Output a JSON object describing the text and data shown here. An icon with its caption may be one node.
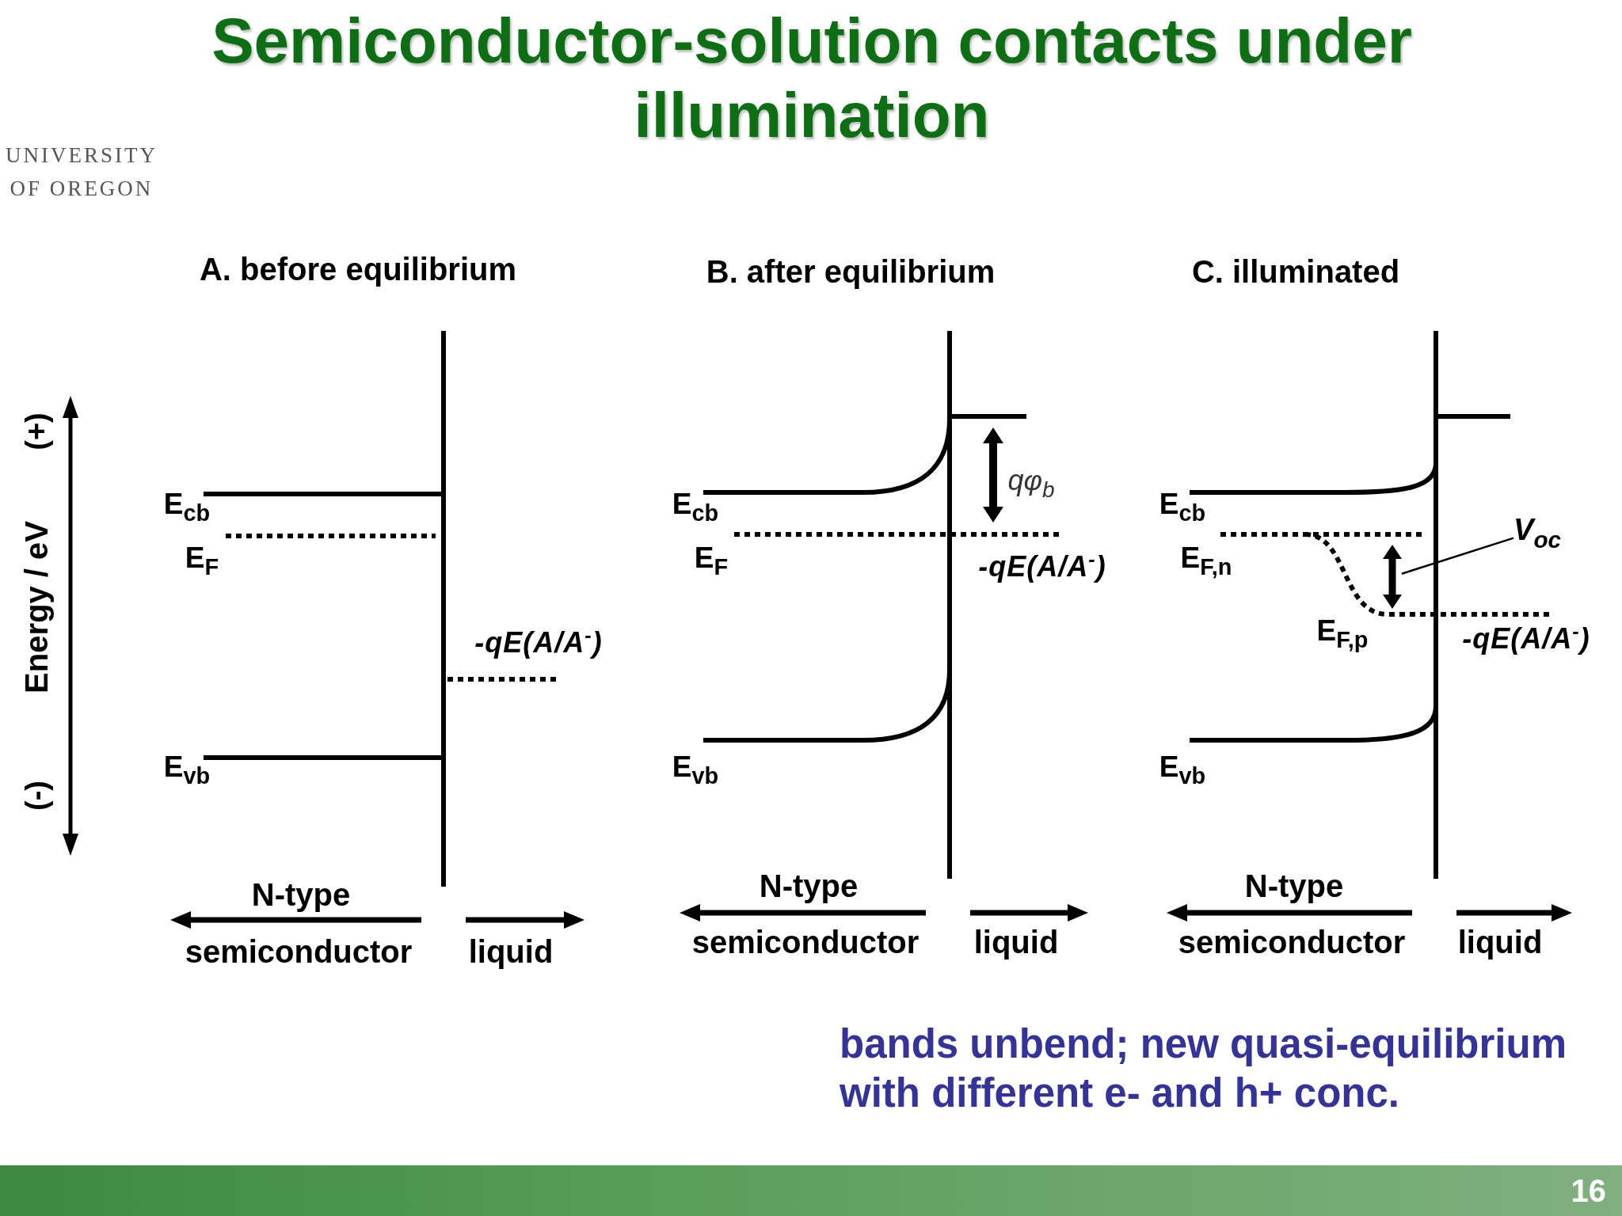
{
  "diagram": {
    "title": "Semiconductor-solution contacts under illumination",
    "nodes": [
      {
        "text": [
          "V$_{oc}$"
        ]
      },
      {
        "text": [],
        "shape": "arrow"
      }
    ],
    "edges": [
      {
        "from": 0,
        "to": 1,
        "arrow": "none"
      }
    ],
    "labels": [
      "UNIVERSITY OF OREGON",
      "A. before equilibrium",
      "B. after equilibrium",
      "C. illuminated",
      "(+)",
      "Energy / eV",
      "(-)",
      "E$_{cb}$",
      "E$_{F}$",
      "-qE(A/A$^{-}$)",
      "E$_{vb}$",
      "N-type",
      "semiconductor",
      "liquid",
      "qφ$_{b}$",
      "E$_{cb}$",
      "E$_{F}$",
      "-qE(A/A$^{-}$)",
      "E$_{vb}$",
      "N-type",
      "semiconductor",
      "liquid",
      "E$_{cb}$",
      "E$_{F,n}$",
      "E$_{F,p}$",
      "-qE(A/A$^{-}$)",
      "E$_{vb}$",
      "N-type",
      "semiconductor",
      "liquid",
      "bands unbend; new quasi-equilibrium with different e- and h+ conc.",
      "16"
    ]
  }
}
